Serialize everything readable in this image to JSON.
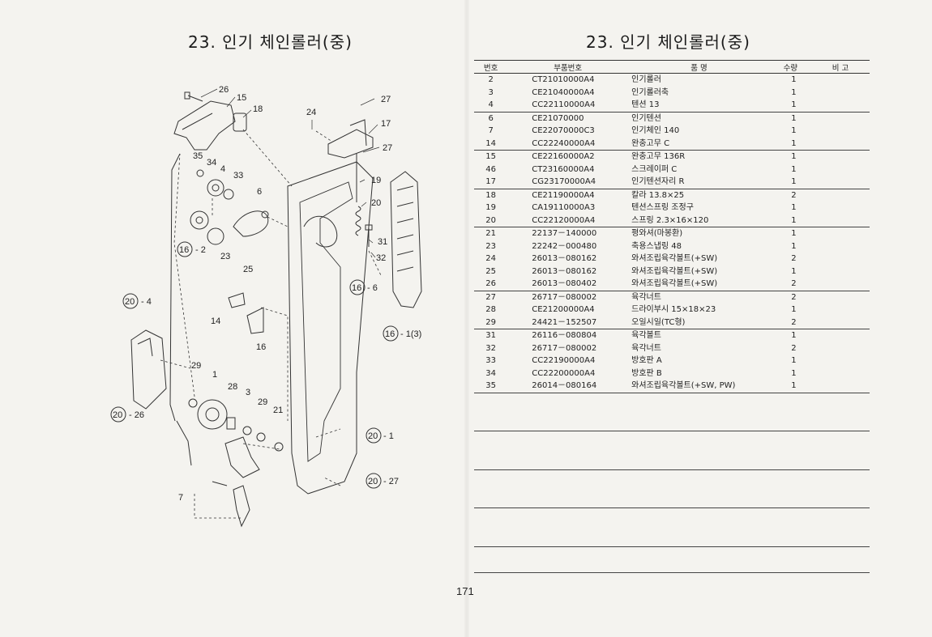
{
  "left_title": "23. 인기 체인롤러(중)",
  "right_title": "23. 인기 체인롤러(중)",
  "page_number": "171",
  "diagram_labels": {
    "c26": "26",
    "c15": "15",
    "c18": "18",
    "c24": "24",
    "c27a": "27",
    "c17": "17",
    "c27b": "27",
    "c35": "35",
    "c34": "34",
    "c4": "4",
    "c33": "33",
    "c6": "6",
    "c19": "19",
    "c20": "20",
    "c2": "- 2",
    "c23": "23",
    "c31": "31",
    "c32": "32",
    "c25": "25",
    "c16_6": "- 6",
    "c14": "14",
    "c16": "16",
    "c16_1": "- 1(3)",
    "c20_4": "- 4",
    "c29a": "29",
    "c1": "1",
    "c28": "28",
    "c3": "3",
    "c29b": "29",
    "c21": "21",
    "c20_26": "- 26",
    "c20_1": "- 1",
    "c20_27": "- 27",
    "c7": "7",
    "circ16": "16",
    "circ20": "20"
  },
  "table": {
    "headers": [
      "번호",
      "부품번호",
      "품   명",
      "수량",
      "비  고"
    ],
    "rows": [
      [
        "2",
        "CT21010000A4",
        "인기롤러",
        "1",
        ""
      ],
      [
        "3",
        "CE21040000A4",
        "인기롤러축",
        "1",
        ""
      ],
      [
        "4",
        "CC22110000A4",
        "텐션 13",
        "1",
        ""
      ],
      [
        "6",
        "CE21070000",
        "인기텐션",
        "1",
        ""
      ],
      [
        "7",
        "CE22070000C3",
        "인기체인 140",
        "1",
        ""
      ],
      [
        "14",
        "CC22240000A4",
        "완충고무 C",
        "1",
        ""
      ],
      [
        "15",
        "CE22160000A2",
        "완충고무 136R",
        "1",
        ""
      ],
      [
        "46",
        "CT23160000A4",
        "스크레이퍼 C",
        "1",
        ""
      ],
      [
        "17",
        "CG23170000A4",
        "인기텐션자리 R",
        "1",
        ""
      ],
      [
        "18",
        "CE21190000A4",
        "칼라 13.8×25",
        "2",
        ""
      ],
      [
        "19",
        "CA19110000A3",
        "텐션스프링 조정구",
        "1",
        ""
      ],
      [
        "20",
        "CC22120000A4",
        "스프링 2.3×16×120",
        "1",
        ""
      ],
      [
        "21",
        "22137－140000",
        "평와셔(마봉환)",
        "1",
        ""
      ],
      [
        "23",
        "22242－000480",
        "축용스냅링 48",
        "1",
        ""
      ],
      [
        "24",
        "26013－080162",
        "와셔조립육각볼트(+SW)",
        "2",
        ""
      ],
      [
        "25",
        "26013－080162",
        "와셔조립육각볼트(+SW)",
        "1",
        ""
      ],
      [
        "26",
        "26013－080402",
        "와셔조립육각볼트(+SW)",
        "2",
        ""
      ],
      [
        "27",
        "26717－080002",
        "육각너트",
        "2",
        ""
      ],
      [
        "28",
        "CE21200000A4",
        "드라이부시 15×18×23",
        "1",
        ""
      ],
      [
        "29",
        "24421－152507",
        "오일시일(TC형)",
        "2",
        ""
      ],
      [
        "31",
        "26116－080804",
        "육각볼트",
        "1",
        ""
      ],
      [
        "32",
        "26717－080002",
        "육각너트",
        "2",
        ""
      ],
      [
        "33",
        "CC22190000A4",
        "방호판 A",
        "1",
        ""
      ],
      [
        "34",
        "CC22200000A4",
        "방호판 B",
        "1",
        ""
      ],
      [
        "35",
        "26014－080164",
        "와셔조립육각볼트(+SW, PW)",
        "1",
        ""
      ]
    ]
  }
}
